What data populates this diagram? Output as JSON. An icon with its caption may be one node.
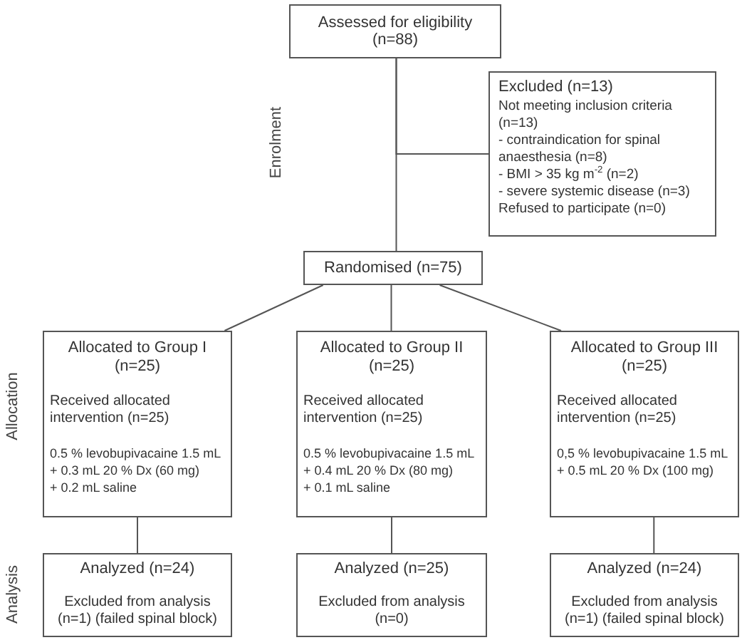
{
  "diagram": {
    "nodes": [
      {
        "text": [
          "Assessed for eligibility (n=88)"
        ]
      },
      {
        "text": [
          "Excluded (n=13)",
          "Not meeting inclusion criteria (n=13)",
          "- contraindication for spinal anaesthesia (n=8)",
          "- BMI > 35 kg m$^{-2}$ (n=2)",
          "- severe systemic disease (n=3)",
          "Refused to participate (n=0)"
        ]
      },
      {
        "text": [
          "Randomised (n=75)"
        ]
      },
      {
        "text": [
          "Allocated to Group I (n=25)",
          "Received allocated intervention (n=25)",
          "0.5 % levobupivacaine 1.5 mL",
          "+ 0.3 mL 20 % Dx (60 mg)",
          "+ 0.2 mL saline"
        ]
      },
      {
        "text": [
          "Allocated to Group II (n=25)",
          "Received allocated intervention (n=25)",
          "0.5 % levobupivacaine 1.5 mL",
          "+ 0.4 mL 20 % Dx (80 mg)",
          "+ 0.1 mL saline"
        ]
      },
      {
        "text": [
          "Allocated to Group III (n=25)",
          "Received allocated intervention (n=25)",
          "0,5 % levobupivacaine 1.5 mL",
          "+ 0.5 mL 20 % Dx (100 mg)"
        ]
      },
      {
        "text": [
          "Analyzed (n=24)",
          "Excluded from analysis (n=1) (failed spinal block)"
        ]
      },
      {
        "text": [
          "Analyzed (n=25)",
          "Excluded from analysis (n=0)"
        ]
      },
      {
        "text": [
          "Analyzed (n=24)",
          "Excluded from analysis (n=1) (failed spinal block)"
        ]
      }
    ],
    "edges": [
      {
        "from": 0,
        "to": 1,
        "arrow": "none"
      },
      {
        "from": 0,
        "to": 2,
        "arrow": "none"
      },
      {
        "from": 2,
        "to": 3,
        "arrow": "none"
      },
      {
        "from": 2,
        "to": 4,
        "arrow": "none"
      },
      {
        "from": 2,
        "to": 5,
        "arrow": "none"
      },
      {
        "from": 3,
        "to": 6,
        "arrow": "none"
      },
      {
        "from": 4,
        "to": 7,
        "arrow": "none"
      },
      {
        "from": 5,
        "to": 8,
        "arrow": "none"
      }
    ],
    "labels": [
      "Enrolment",
      "Allocation",
      "Analysis"
    ]
  }
}
